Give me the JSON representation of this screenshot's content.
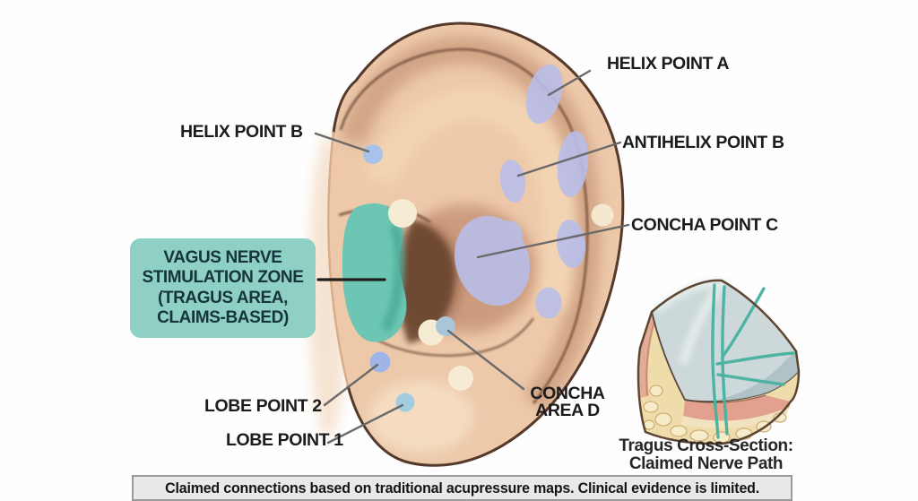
{
  "labels": {
    "helix_point_a": "HELIX POINT A",
    "antihelix_point_b": "ANTIHELIX POINT B",
    "concha_point_c": "CONCHA POINT C",
    "helix_point_b": "HELIX POINT B",
    "lobe_point_2": "LOBE POINT 2",
    "lobe_point_1": "LOBE POINT 1",
    "concha_area_d_line1": "CONCHA",
    "concha_area_d_line2": "AREA D"
  },
  "vagus_box": {
    "line1": "VAGUS NERVE",
    "line2": "STIMULATION ZONE",
    "line3": "(TRAGUS AREA,",
    "line4": "CLAIMS-BASED)"
  },
  "inset_caption": {
    "line1": "Tragus Cross-Section:",
    "line2": "Claimed Nerve Path"
  },
  "footer_note": "Claimed connections based on traditional acupressure maps. Clinical evidence is limited.",
  "colors": {
    "background": "#fefefe",
    "label_text": "#1c1c1c",
    "leader_line_gray": "#6a6a6a",
    "vagus_leader_line": "#1f1f1f",
    "vagus_box_fill": "#8ed0c4",
    "vagus_box_text": "#16343c",
    "tragus_zone_teal": "#6cc6b3",
    "acupoint_lavender": "#b9bee9",
    "acupoint_blue": "#a2bce6",
    "acupoint_light_blue": "#a2cde0",
    "acupoint_cream": "#f5ecd3",
    "ear_skin": "#edc9aa",
    "ear_outline": "#55392b",
    "concha_shadow": "#6b452f",
    "nerve_path_teal": "#47b2a0",
    "cross_section_fat": "#eedcab",
    "cross_section_cartilage": "#ccd8d9",
    "cross_section_skin_pink": "#e2a08e",
    "footer_bg": "#e9e9e9",
    "footer_border": "#9a9a9a"
  }
}
